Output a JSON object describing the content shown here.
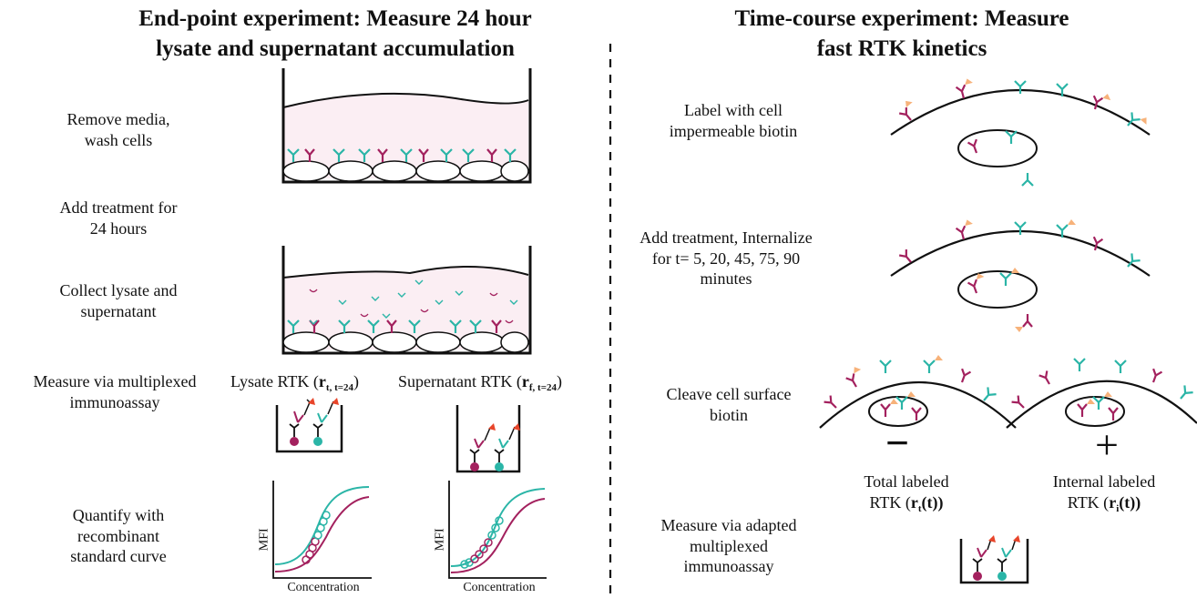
{
  "left": {
    "title_line1": "End-point experiment: Measure 24 hour",
    "title_line2": "lysate and supernatant accumulation",
    "steps": {
      "remove_line1": "Remove media,",
      "remove_line2": "wash cells",
      "add_line1": "Add treatment for",
      "add_line2": "24 hours",
      "collect_line1": "Collect lysate and",
      "collect_line2": "supernatant",
      "measure_line1": "Measure via multiplexed",
      "measure_line2": "immunoassay",
      "quantify_line1": "Quantify with",
      "quantify_line2": "recombinant",
      "quantify_line3": "standard curve"
    },
    "lysate_label": "Lysate RTK (",
    "lysate_var": "r",
    "lysate_sub": "t, t=24",
    "supernatant_label": "Supernatant RTK (",
    "supernatant_var": "r",
    "supernatant_sub": "f, t=24",
    "close_paren": ")",
    "curve_ylabel": "MFI",
    "curve_xlabel": "Concentration"
  },
  "right": {
    "title_line1": "Time-course experiment: Measure",
    "title_line2": "fast RTK kinetics",
    "steps": {
      "label_line1": "Label with cell",
      "label_line2": "impermeable biotin",
      "internalize_line1": "Add treatment, Internalize",
      "internalize_line2": "for t= 5, 20, 45, 75, 90",
      "internalize_line3": "minutes",
      "cleave_line1": "Cleave cell surface",
      "cleave_line2": "biotin",
      "measure_line1": "Measure via adapted",
      "measure_line2": "multiplexed",
      "measure_line3": "immunoassay"
    },
    "minus_sign": "−",
    "plus_sign": "+",
    "total_line1": "Total labeled",
    "total_line2_prefix": "RTK (",
    "total_var": "r",
    "total_sub": "t",
    "total_suffix": "(t))",
    "internal_line1": "Internal  labeled",
    "internal_line2_prefix": "RTK (",
    "internal_var": "r",
    "internal_sub": "i",
    "internal_suffix": "(t))"
  },
  "colors": {
    "teal": "#2bb5a7",
    "magenta": "#a3215e",
    "media": "#fbeef3",
    "biotin": "#f7b27a"
  }
}
